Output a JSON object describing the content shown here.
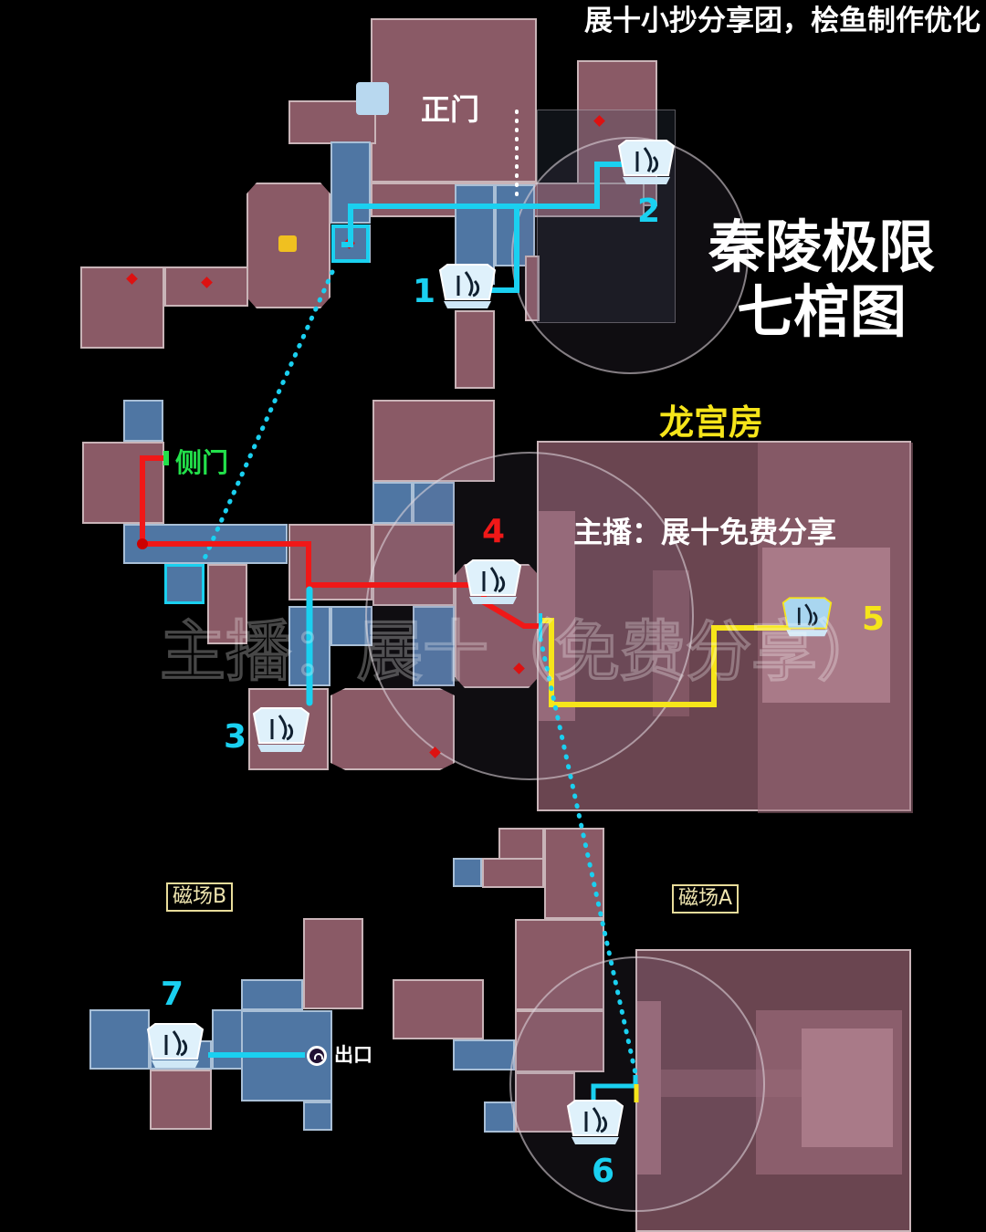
{
  "credit": "展十小抄分享团，桧鱼制作优化",
  "title": {
    "line1": "秦陵极限",
    "line2": "七棺图"
  },
  "areas": {
    "main_gate": "正门",
    "side_gate": "侧门",
    "dragon_palace": "龙宫房",
    "magnetic_field_a": "磁场A",
    "magnetic_field_b": "磁场B",
    "exit": "出口"
  },
  "streamer_note": "主播：展十免费分享",
  "watermark": "主播：展十（免费分享）",
  "coffins": [
    {
      "id": "1",
      "label": "1",
      "color": "#1ad0f0"
    },
    {
      "id": "2",
      "label": "2",
      "color": "#1ad0f0"
    },
    {
      "id": "3",
      "label": "3",
      "color": "#1ad0f0"
    },
    {
      "id": "4",
      "label": "4",
      "color": "#f01818"
    },
    {
      "id": "5",
      "label": "5",
      "color": "#f6e51a"
    },
    {
      "id": "6",
      "label": "6",
      "color": "#1ad0f0"
    },
    {
      "id": "7",
      "label": "7",
      "color": "#1ad0f0"
    }
  ],
  "route_colors": {
    "cyan": "#1ad0f0",
    "red": "#f01818",
    "yellow": "#f6e51a",
    "green": "#22e04a",
    "dotted_white": "#ffffff"
  },
  "icons": {
    "coffin": "coffin-chest-icon",
    "boss": "boss-skull-icon",
    "exit": "exit-portal-icon",
    "entrance": "entrance-door-icon",
    "hazard": "red-diamond-marker-icon"
  }
}
